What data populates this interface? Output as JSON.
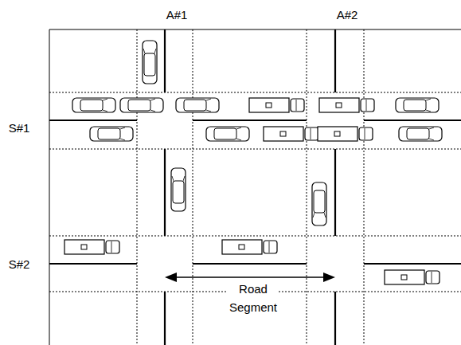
{
  "diagram": {
    "labels": [
      "A#1",
      "A#2",
      "S#1",
      "S#2",
      "Road Segment"
    ]
  }
}
